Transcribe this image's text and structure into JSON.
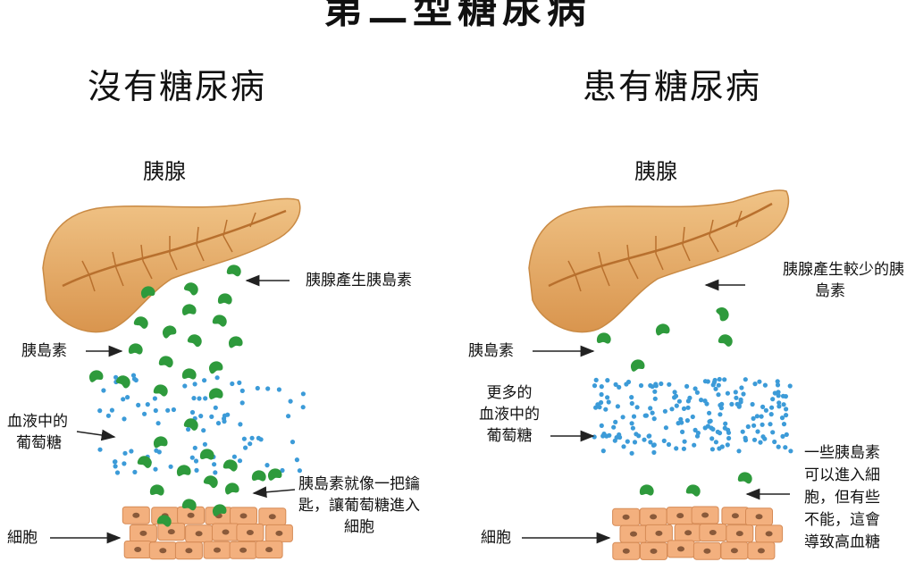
{
  "title": "第二型糖尿病",
  "left": {
    "heading": "沒有糖尿病",
    "pancreas_label": "胰腺",
    "label_insulin_produced": "胰腺產生胰島素",
    "label_insulin": "胰島素",
    "label_blood_glucose_l1": "血液中的",
    "label_blood_glucose_l2": "葡萄糖",
    "label_key_l1": "胰島素就像一把鑰",
    "label_key_l2": "匙，讓葡萄糖進入",
    "label_key_l3": "細胞",
    "label_cells": "細胞"
  },
  "right": {
    "heading": "患有糖尿病",
    "pancreas_label": "胰腺",
    "label_less_insulin_l1": "胰腺產生較少的胰",
    "label_less_insulin_l2": "島素",
    "label_insulin": "胰島素",
    "label_more_glucose_l1": "更多的",
    "label_more_glucose_l2": "血液中的",
    "label_more_glucose_l3": "葡萄糖",
    "label_some_l1": "一些胰島素",
    "label_some_l2": "可以進入細",
    "label_some_l3": "胞，但有些",
    "label_some_l4": "不能，這會",
    "label_some_l5": "導致高血糖",
    "label_cells": "細胞"
  },
  "colors": {
    "pancreas": "#e2a45e",
    "pancreas_dark": "#b8702e",
    "insulin": "#2e9a3c",
    "glucose": "#3c9bd8",
    "cell_fill": "#f3b07e",
    "cell_edge": "#d58a55",
    "nucleus": "#8a5a3a"
  }
}
